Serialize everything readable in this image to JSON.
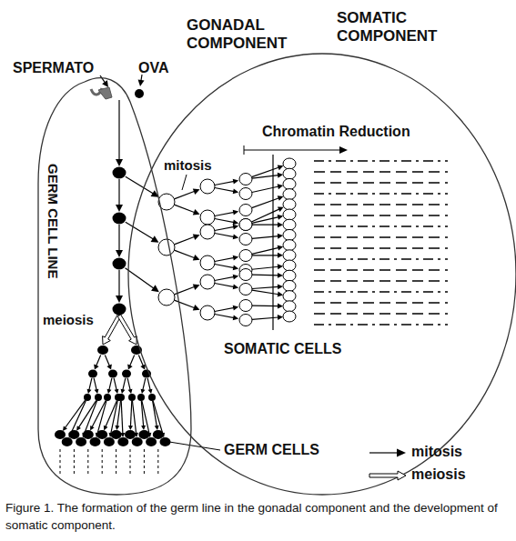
{
  "diagram": {
    "caption": "Figure 1. The formation of the germ line in the gonadal component and the development of somatic component.",
    "nodes": [
      {
        "text": [
          "GONADAL COMPONENT",
          "GERM CELL LINE"
        ]
      },
      {
        "text": [
          "SOMATIC COMPONENT",
          "Chromatin Reduction",
          "SOMATIC CELLS"
        ]
      }
    ],
    "labels": [
      "SPERMATO",
      "OVA",
      "mitosis",
      "meiosis",
      "GERM CELLS"
    ],
    "legend": [
      {
        "text": "mitosis"
      },
      {
        "text": "meiosis"
      }
    ]
  }
}
